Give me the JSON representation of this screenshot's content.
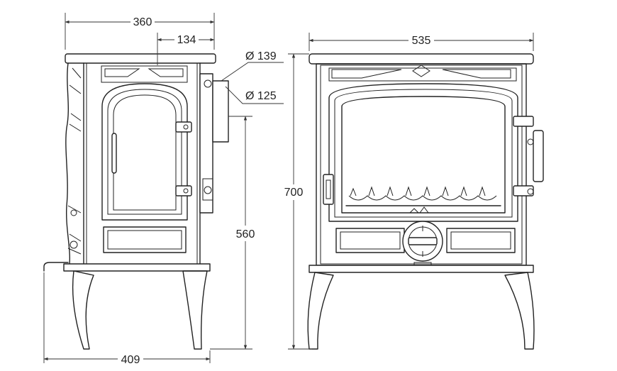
{
  "dimensions": {
    "side_width": "360",
    "flue_offset": "134",
    "flue_outer_diameter": "Ø 139",
    "flue_inner_diameter": "Ø 125",
    "flue_height": "560",
    "total_depth": "409",
    "front_width": "535",
    "total_height": "700"
  },
  "colors": {
    "line": "#222222",
    "background": "#ffffff"
  }
}
